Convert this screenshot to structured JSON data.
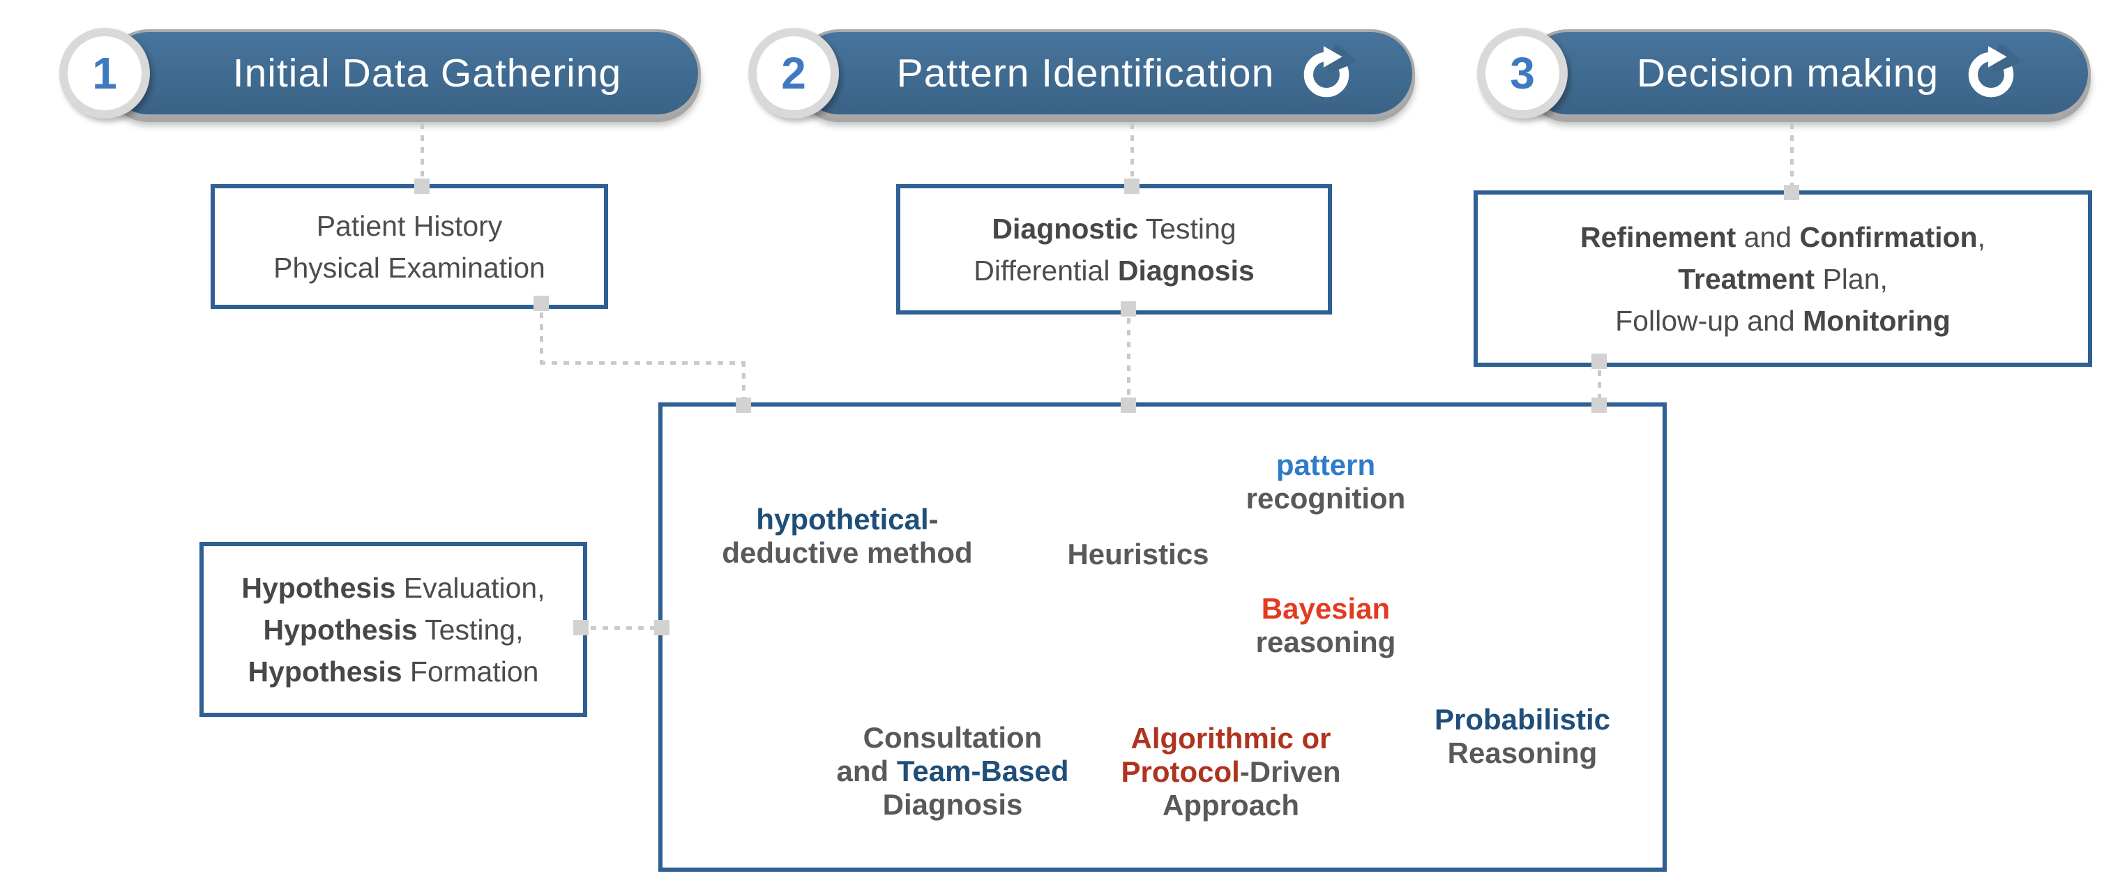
{
  "title": "Clinical diagnostic reasoning process diagram",
  "colors": {
    "pill_blue": "#3C6689",
    "pill_rim_gray": "#A9A9A9",
    "box_border_blue": "#2E6093",
    "step_number_blue": "#3F7AC0",
    "navy": "#1F4E79",
    "bright_blue": "#2E7CC9",
    "bright_red": "#E23B22",
    "dark_red": "#AE3420",
    "gray_text": "#4C4C4C",
    "connector_gray": "#C9C9C9"
  },
  "pills": [
    {
      "number": "1",
      "label": "Initial Data Gathering",
      "refresh_icon": false
    },
    {
      "number": "2",
      "label": "Pattern Identification",
      "refresh_icon": true
    },
    {
      "number": "3",
      "label": "Decision making",
      "refresh_icon": true
    }
  ],
  "boxes": {
    "data_gathering": {
      "lines": [
        [
          {
            "t": "Patient History",
            "c": "reg"
          }
        ],
        [
          {
            "t": "Physical Examination",
            "c": "reg"
          }
        ]
      ]
    },
    "pattern_identification": {
      "lines": [
        [
          {
            "t": "Diagnostic",
            "c": "bold"
          },
          {
            "t": " Testing",
            "c": "reg"
          }
        ],
        [
          {
            "t": "Differential ",
            "c": "reg"
          },
          {
            "t": "Diagnosis",
            "c": "bold"
          }
        ]
      ]
    },
    "decision_making": {
      "lines": [
        [
          {
            "t": "Refinement",
            "c": "bold"
          },
          {
            "t": " and ",
            "c": "reg"
          },
          {
            "t": "Confirmation",
            "c": "bold"
          },
          {
            "t": ",",
            "c": "reg"
          }
        ],
        [
          {
            "t": "Treatment",
            "c": "bold"
          },
          {
            "t": " Plan,",
            "c": "reg"
          }
        ],
        [
          {
            "t": "Follow-up and ",
            "c": "reg"
          },
          {
            "t": "Monitoring",
            "c": "bold"
          }
        ]
      ]
    },
    "hypothesis": {
      "lines": [
        [
          {
            "t": "Hypothesis",
            "c": "bold"
          },
          {
            "t": " Evaluation,",
            "c": "reg"
          }
        ],
        [
          {
            "t": "Hypothesis",
            "c": "bold"
          },
          {
            "t": " Testing,",
            "c": "reg"
          }
        ],
        [
          {
            "t": "Hypothesis",
            "c": "bold"
          },
          {
            "t": " Formation",
            "c": "reg"
          }
        ]
      ]
    }
  },
  "central": {
    "hypothetical_deductive": {
      "lines": [
        [
          {
            "t": "hypothetical",
            "c": "navy"
          },
          {
            "t": "-",
            "c": "graybold"
          }
        ],
        [
          {
            "t": "deductive method",
            "c": "graybold"
          }
        ]
      ]
    },
    "heuristics": {
      "lines": [
        [
          {
            "t": "Heuristics",
            "c": "graybold"
          }
        ]
      ]
    },
    "pattern_recognition": {
      "lines": [
        [
          {
            "t": "pattern",
            "c": "blue"
          }
        ],
        [
          {
            "t": "recognition",
            "c": "graybold"
          }
        ]
      ]
    },
    "bayesian_reasoning": {
      "lines": [
        [
          {
            "t": "Bayesian",
            "c": "red"
          }
        ],
        [
          {
            "t": "reasoning",
            "c": "graybold"
          }
        ]
      ]
    },
    "consultation": {
      "lines": [
        [
          {
            "t": "Consultation",
            "c": "graybold"
          }
        ],
        [
          {
            "t": "and ",
            "c": "graybold"
          },
          {
            "t": "Team-Based",
            "c": "navy"
          }
        ],
        [
          {
            "t": "Diagnosis",
            "c": "graybold"
          }
        ]
      ]
    },
    "algorithmic": {
      "lines": [
        [
          {
            "t": "Algorithmic or",
            "c": "darkred"
          }
        ],
        [
          {
            "t": "Protocol",
            "c": "darkred"
          },
          {
            "t": "-Driven",
            "c": "graybold"
          }
        ],
        [
          {
            "t": "Approach",
            "c": "graybold"
          }
        ]
      ]
    },
    "probabilistic": {
      "lines": [
        [
          {
            "t": "Probabilistic",
            "c": "navy"
          }
        ],
        [
          {
            "t": "Reasoning",
            "c": "graybold"
          }
        ]
      ]
    }
  }
}
